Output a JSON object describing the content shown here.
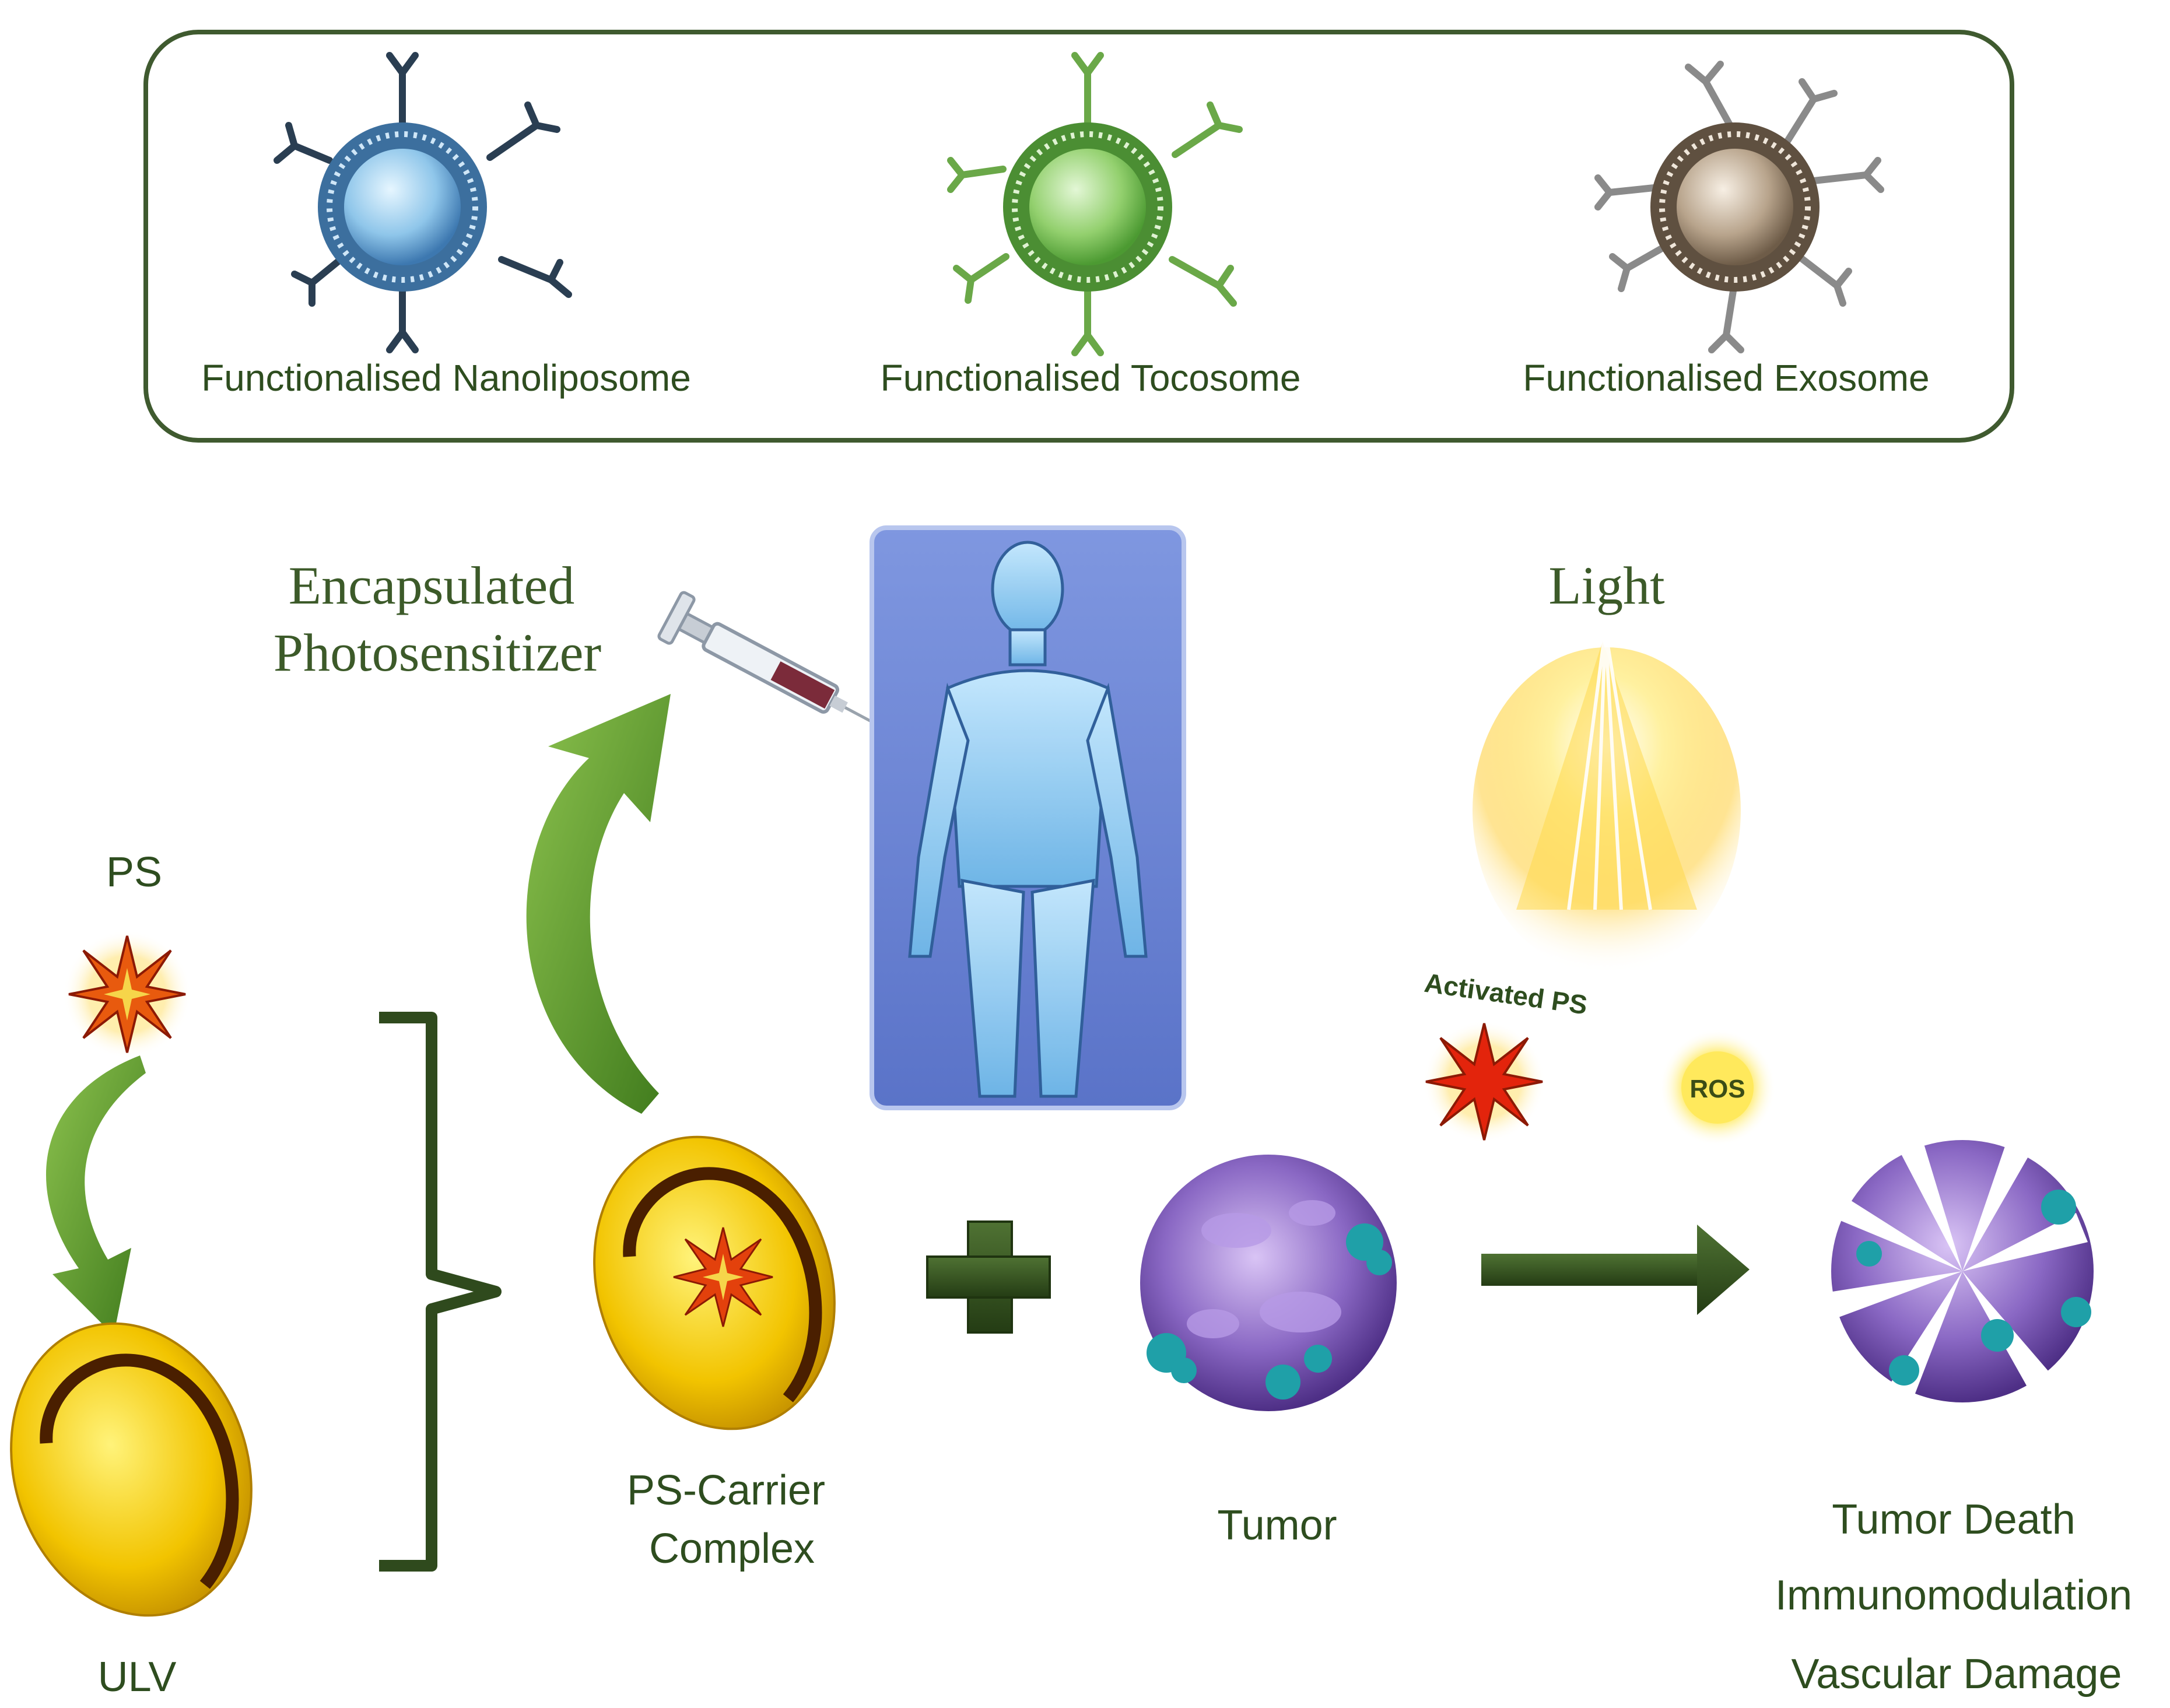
{
  "carriers": {
    "nanoliposome": "Functionalised Nanoliposome",
    "tocosome": "Functionalised Tocosome",
    "exosome": "Functionalised Exosome"
  },
  "workflow": {
    "encapsulated_line1": "Encapsulated",
    "encapsulated_line2": "Photosensitizer",
    "light": "Light",
    "ps": "PS",
    "ulv": "ULV",
    "complex_line1": "PS-Carrier",
    "complex_line2": "Complex",
    "tumor": "Tumor",
    "activated_ps": "Activated PS",
    "ros": "ROS",
    "outcome_1": "Tumor Death",
    "outcome_2": "Immunomodulation",
    "outcome_3": "Vascular Damage"
  },
  "colors": {
    "label_green": "#2e4d1f",
    "arrow_green": "#5e9a2e",
    "dark_green": "#2f4a1d",
    "vesicle_yellow": "#f2c400",
    "tumor_purple": "#8a68c4"
  }
}
